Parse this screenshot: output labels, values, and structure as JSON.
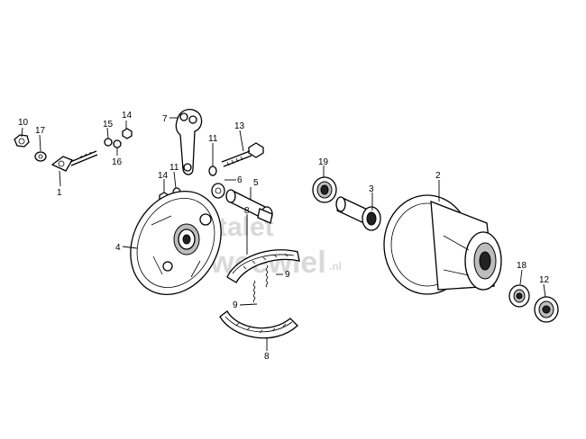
{
  "watermark": {
    "line1": "talet",
    "line2": "Tweewiel",
    "suffix": ".nl"
  },
  "callouts": [
    {
      "id": "c10",
      "number": "10"
    },
    {
      "id": "c17",
      "number": "17"
    },
    {
      "id": "c1",
      "number": "1"
    },
    {
      "id": "c15",
      "number": "15"
    },
    {
      "id": "c14a",
      "number": "14"
    },
    {
      "id": "c16",
      "number": "16"
    },
    {
      "id": "c7",
      "number": "7"
    },
    {
      "id": "c11a",
      "number": "11"
    },
    {
      "id": "c13",
      "number": "13"
    },
    {
      "id": "c14b",
      "number": "14"
    },
    {
      "id": "c11b",
      "number": "11"
    },
    {
      "id": "c6",
      "number": "6"
    },
    {
      "id": "c5",
      "number": "5"
    },
    {
      "id": "c19",
      "number": "19"
    },
    {
      "id": "c3",
      "number": "3"
    },
    {
      "id": "c2",
      "number": "2"
    },
    {
      "id": "c4",
      "number": "4"
    },
    {
      "id": "c8a",
      "number": "8"
    },
    {
      "id": "c9a",
      "number": "9"
    },
    {
      "id": "c9b",
      "number": "9"
    },
    {
      "id": "c8b",
      "number": "8"
    },
    {
      "id": "c18",
      "number": "18"
    },
    {
      "id": "c12",
      "number": "12"
    }
  ]
}
